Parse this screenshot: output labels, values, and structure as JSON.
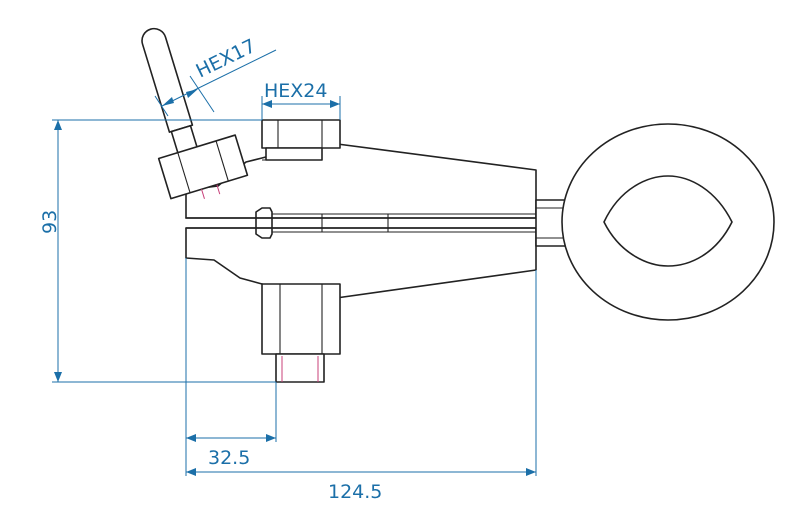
{
  "dimensions": {
    "hex_small": "HEX17",
    "hex_large": "HEX24",
    "height": "93",
    "offset": "32.5",
    "length": "124.5"
  },
  "colors": {
    "outline": "#222222",
    "dimension": "#1b6fa8",
    "hidden_thread": "#c8407a"
  }
}
